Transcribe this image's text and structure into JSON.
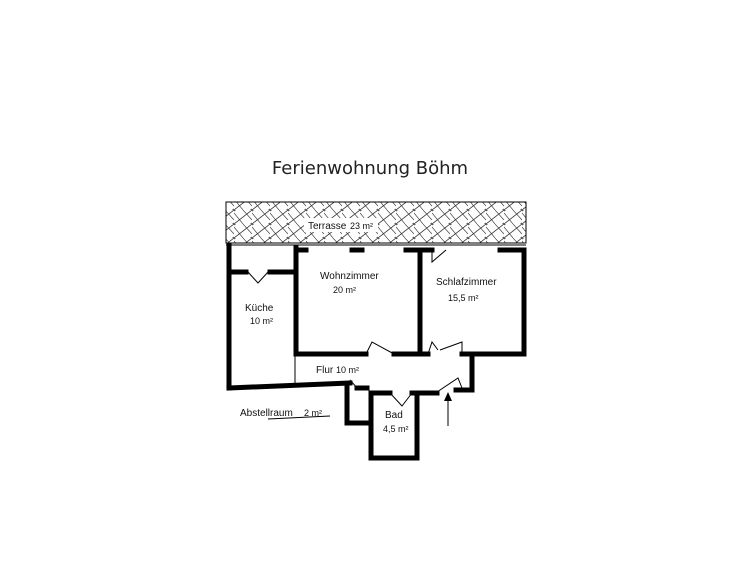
{
  "title": "Ferienwohnung Böhm",
  "rooms": {
    "terrasse": {
      "name": "Terrasse",
      "area": "23 m²"
    },
    "kueche": {
      "name": "Küche",
      "area": "10 m²"
    },
    "wohnzimmer": {
      "name": "Wohnzimmer",
      "area": "20 m²"
    },
    "schlafzimmer": {
      "name": "Schlafzimmer",
      "area": "15,5 m²"
    },
    "flur": {
      "name": "Flur",
      "area": "10 m²"
    },
    "abstellraum": {
      "name": "Abstellraum",
      "area": "2 m²"
    },
    "bad": {
      "name": "Bad",
      "area": "4,5 m²"
    }
  }
}
